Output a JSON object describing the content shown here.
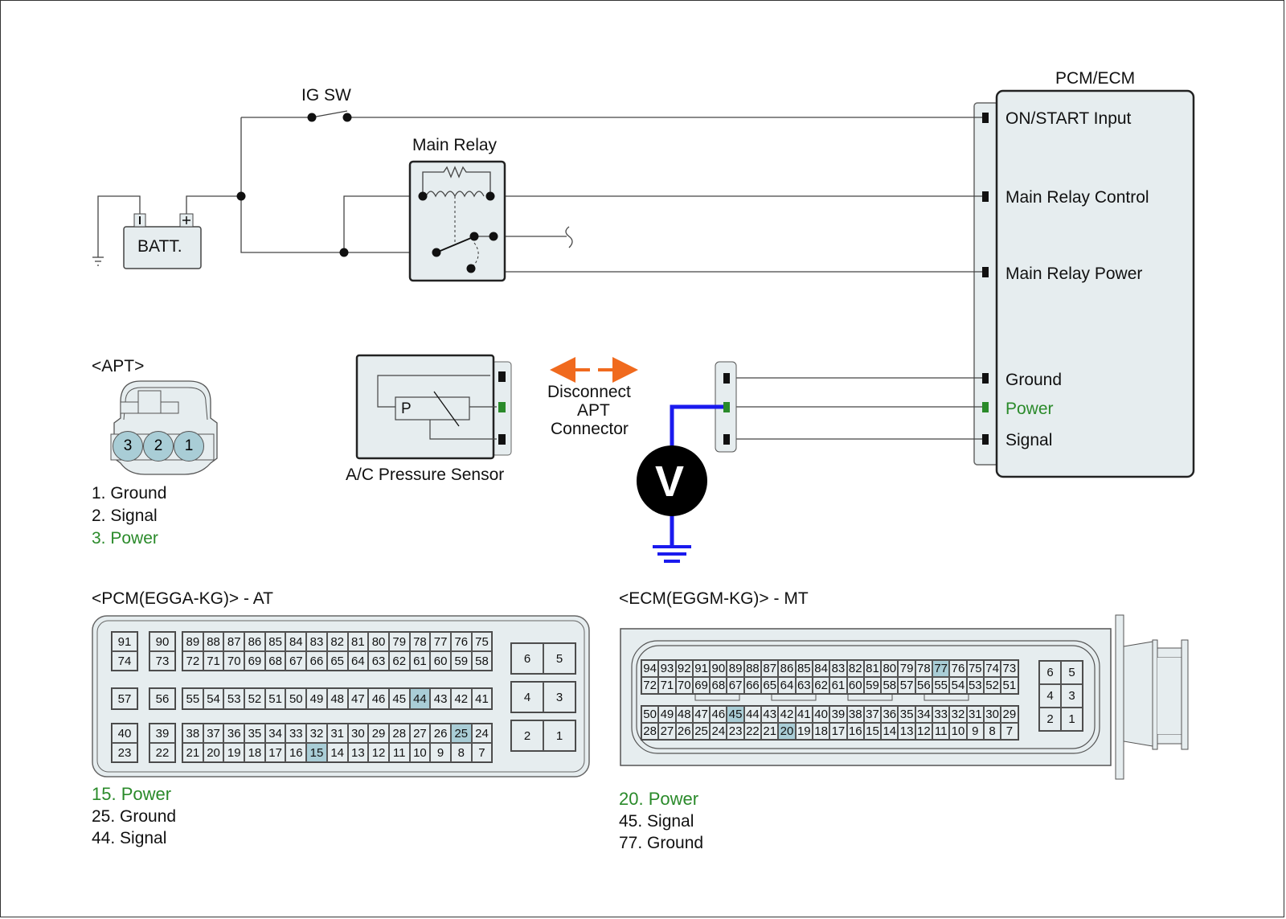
{
  "circuit": {
    "ig_sw_label": "IG SW",
    "main_relay_label": "Main Relay",
    "battery_label": "BATT.",
    "battery_neg": "-",
    "battery_pos": "+",
    "module_title": "PCM/ECM",
    "module_pins": [
      {
        "label": "ON/START Input",
        "highlight": false
      },
      {
        "label": "Main Relay Control",
        "highlight": false
      },
      {
        "label": "Main Relay Power",
        "highlight": false
      },
      {
        "label": "Ground",
        "highlight": false
      },
      {
        "label": "Power",
        "highlight": true
      },
      {
        "label": "Signal",
        "highlight": false
      }
    ],
    "sensor_label": "A/C Pressure Sensor",
    "sensor_symbol": "P",
    "disconnect_label_1": "Disconnect",
    "disconnect_label_2": "APT",
    "disconnect_label_3": "Connector",
    "voltmeter_symbol": "V"
  },
  "apt_connector": {
    "title": "<APT>",
    "pins": [
      "3",
      "2",
      "1"
    ],
    "legend": [
      {
        "text": "1. Ground",
        "highlight": false
      },
      {
        "text": "2. Signal",
        "highlight": false
      },
      {
        "text": "3. Power",
        "highlight": true
      }
    ]
  },
  "pcm_connector": {
    "title": "<PCM(EGGA-KG)> - AT",
    "rows": [
      [
        [
          "91"
        ],
        [
          "90"
        ],
        [
          "89",
          "88",
          "87",
          "86",
          "85",
          "84",
          "83",
          "82",
          "81",
          "80",
          "79",
          "78",
          "77",
          "76",
          "75"
        ]
      ],
      [
        [
          "74"
        ],
        [
          "73"
        ],
        [
          "72",
          "71",
          "70",
          "69",
          "68",
          "67",
          "66",
          "65",
          "64",
          "63",
          "62",
          "61",
          "60",
          "59",
          "58"
        ]
      ],
      [
        [
          "57"
        ],
        [
          "56"
        ],
        [
          "55",
          "54",
          "53",
          "52",
          "51",
          "50",
          "49",
          "48",
          "47",
          "46",
          "45",
          "44",
          "43",
          "42",
          "41"
        ]
      ],
      [
        [
          "40"
        ],
        [
          "39"
        ],
        [
          "38",
          "37",
          "36",
          "35",
          "34",
          "33",
          "32",
          "31",
          "30",
          "29",
          "28",
          "27",
          "26",
          "25",
          "24"
        ]
      ],
      [
        [
          "23"
        ],
        [
          "22"
        ],
        [
          "21",
          "20",
          "19",
          "18",
          "17",
          "16",
          "15",
          "14",
          "13",
          "12",
          "11",
          "10",
          "9",
          "8",
          "7"
        ]
      ]
    ],
    "right_pins": [
      [
        "6",
        "5"
      ],
      [
        "4",
        "3"
      ],
      [
        "2",
        "1"
      ]
    ],
    "highlighted": [
      "15",
      "25",
      "44"
    ],
    "legend": [
      {
        "text": "15. Power",
        "highlight": true
      },
      {
        "text": "25. Ground",
        "highlight": false
      },
      {
        "text": "44. Signal",
        "highlight": false
      }
    ]
  },
  "ecm_connector": {
    "title": "<ECM(EGGM-KG)> - MT",
    "rows": [
      [
        "94",
        "93",
        "92",
        "91",
        "90",
        "89",
        "88",
        "87",
        "86",
        "85",
        "84",
        "83",
        "82",
        "81",
        "80",
        "79",
        "78",
        "77",
        "76",
        "75",
        "74",
        "73"
      ],
      [
        "72",
        "71",
        "70",
        "69",
        "68",
        "67",
        "66",
        "65",
        "64",
        "63",
        "62",
        "61",
        "60",
        "59",
        "58",
        "57",
        "56",
        "55",
        "54",
        "53",
        "52",
        "51"
      ],
      [
        "50",
        "49",
        "48",
        "47",
        "46",
        "45",
        "44",
        "43",
        "42",
        "41",
        "40",
        "39",
        "38",
        "37",
        "36",
        "35",
        "34",
        "33",
        "32",
        "31",
        "30",
        "29"
      ],
      [
        "28",
        "27",
        "26",
        "25",
        "24",
        "23",
        "22",
        "21",
        "20",
        "19",
        "18",
        "17",
        "16",
        "15",
        "14",
        "13",
        "12",
        "11",
        "10",
        "9",
        "8",
        "7"
      ]
    ],
    "right_pins": [
      [
        "6",
        "5"
      ],
      [
        "4",
        "3"
      ],
      [
        "2",
        "1"
      ]
    ],
    "highlighted": [
      "20",
      "45",
      "77"
    ],
    "legend": [
      {
        "text": "20. Power",
        "highlight": true
      },
      {
        "text": "45. Signal",
        "highlight": false
      },
      {
        "text": "77. Ground",
        "highlight": false
      }
    ]
  },
  "colors": {
    "power_green": "#2a8a2a",
    "probe_blue": "#1a1aee",
    "arrow_orange": "#f06a1e",
    "pin_highlight": "#a9cdd6",
    "component_fill": "#e6edef"
  }
}
